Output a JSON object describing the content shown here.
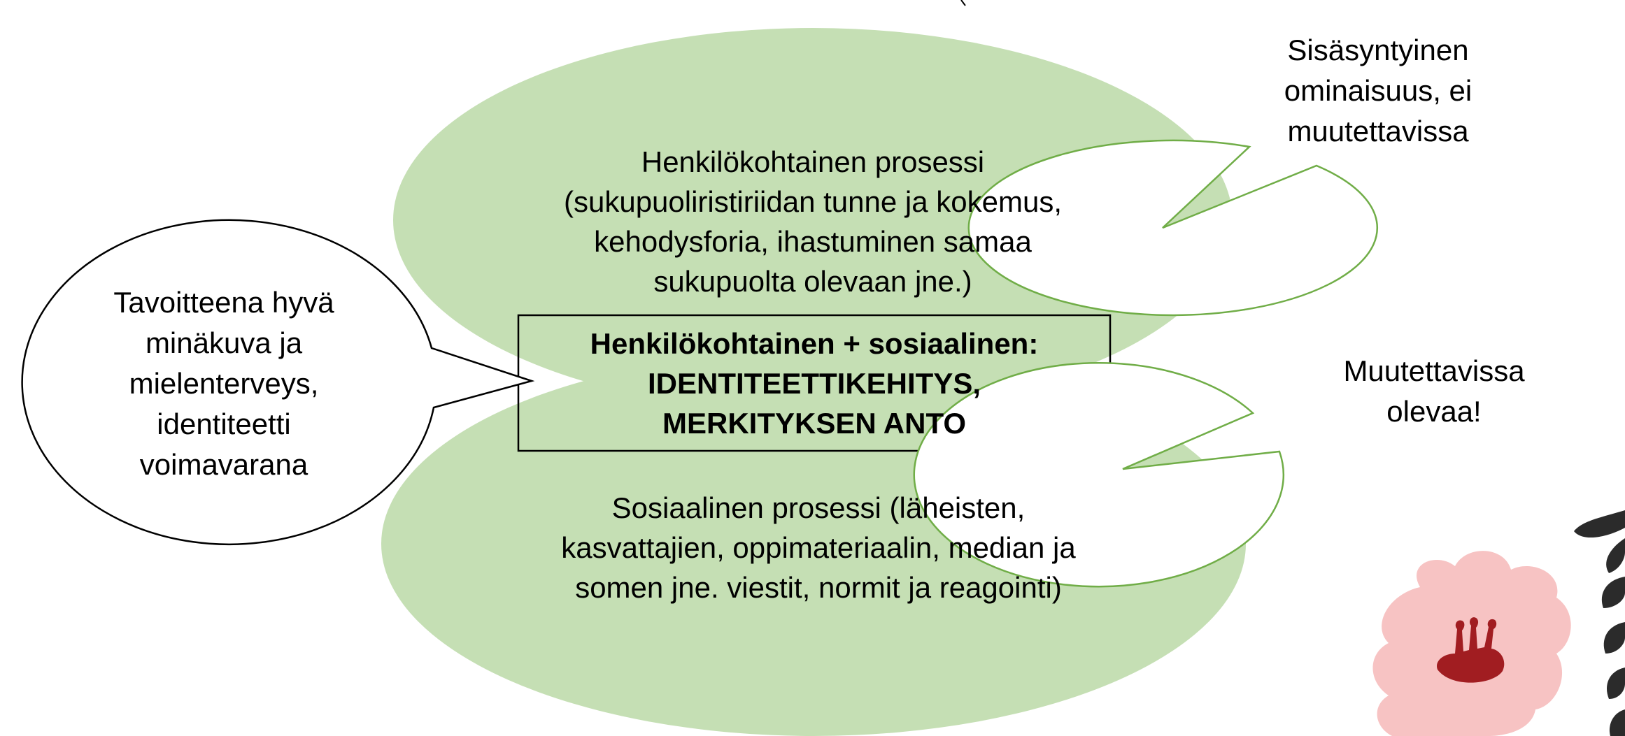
{
  "colors": {
    "ellipse_fill": "#c5dfb4",
    "green_outline": "#70ad47",
    "black_outline": "#000000",
    "flower_pink": "#f7c3c3",
    "flower_red": "#a11d21",
    "leaf_dark": "#2b2b2b"
  },
  "nodes": {
    "personal_process": "Henkilökohtainen prosessi\n(sukupuoliristiriidan tunne ja kokemus,\nkehodysforia, ihastuminen samaa\nsukupuolta olevaan jne.)",
    "social_process": "Sosiaalinen prosessi (läheisten,\nkasvattajien, oppimateriaalin, median ja\nsomen jne. viestit, normit ja reagointi)",
    "center_box": "Henkilökohtainen + sosiaalinen:\nIDENTITEETTIKEHITYS,\nMERKITYKSEN ANTO"
  },
  "callouts": {
    "left": "Tavoitteena hyvä\nminäkuva ja\nmielenterveys,\nidentiteetti\nvoimavarana",
    "top_right": "Sisäsyntyinen\nominaisuus, ei\nmuutettavissa",
    "bottom_right": "Muutettavissa\nolevaa!"
  },
  "decoration": {
    "name": "flower-and-leaves-decoration"
  }
}
